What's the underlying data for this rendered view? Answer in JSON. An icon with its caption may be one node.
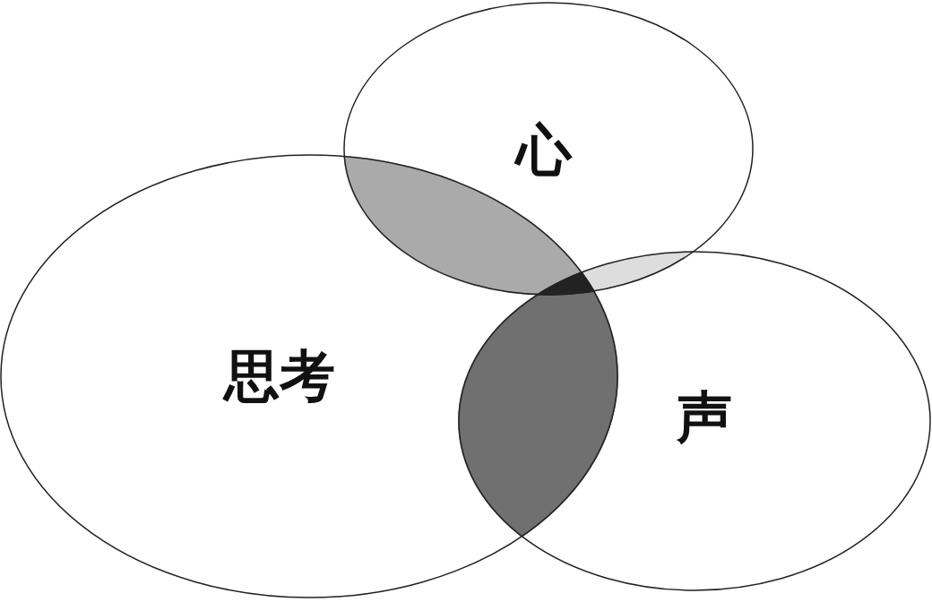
{
  "diagram": {
    "nodes": [
      {
        "text": [
          "心"
        ]
      },
      {
        "text": [
          "思考"
        ]
      },
      {
        "text": [
          "声"
        ]
      }
    ]
  }
}
